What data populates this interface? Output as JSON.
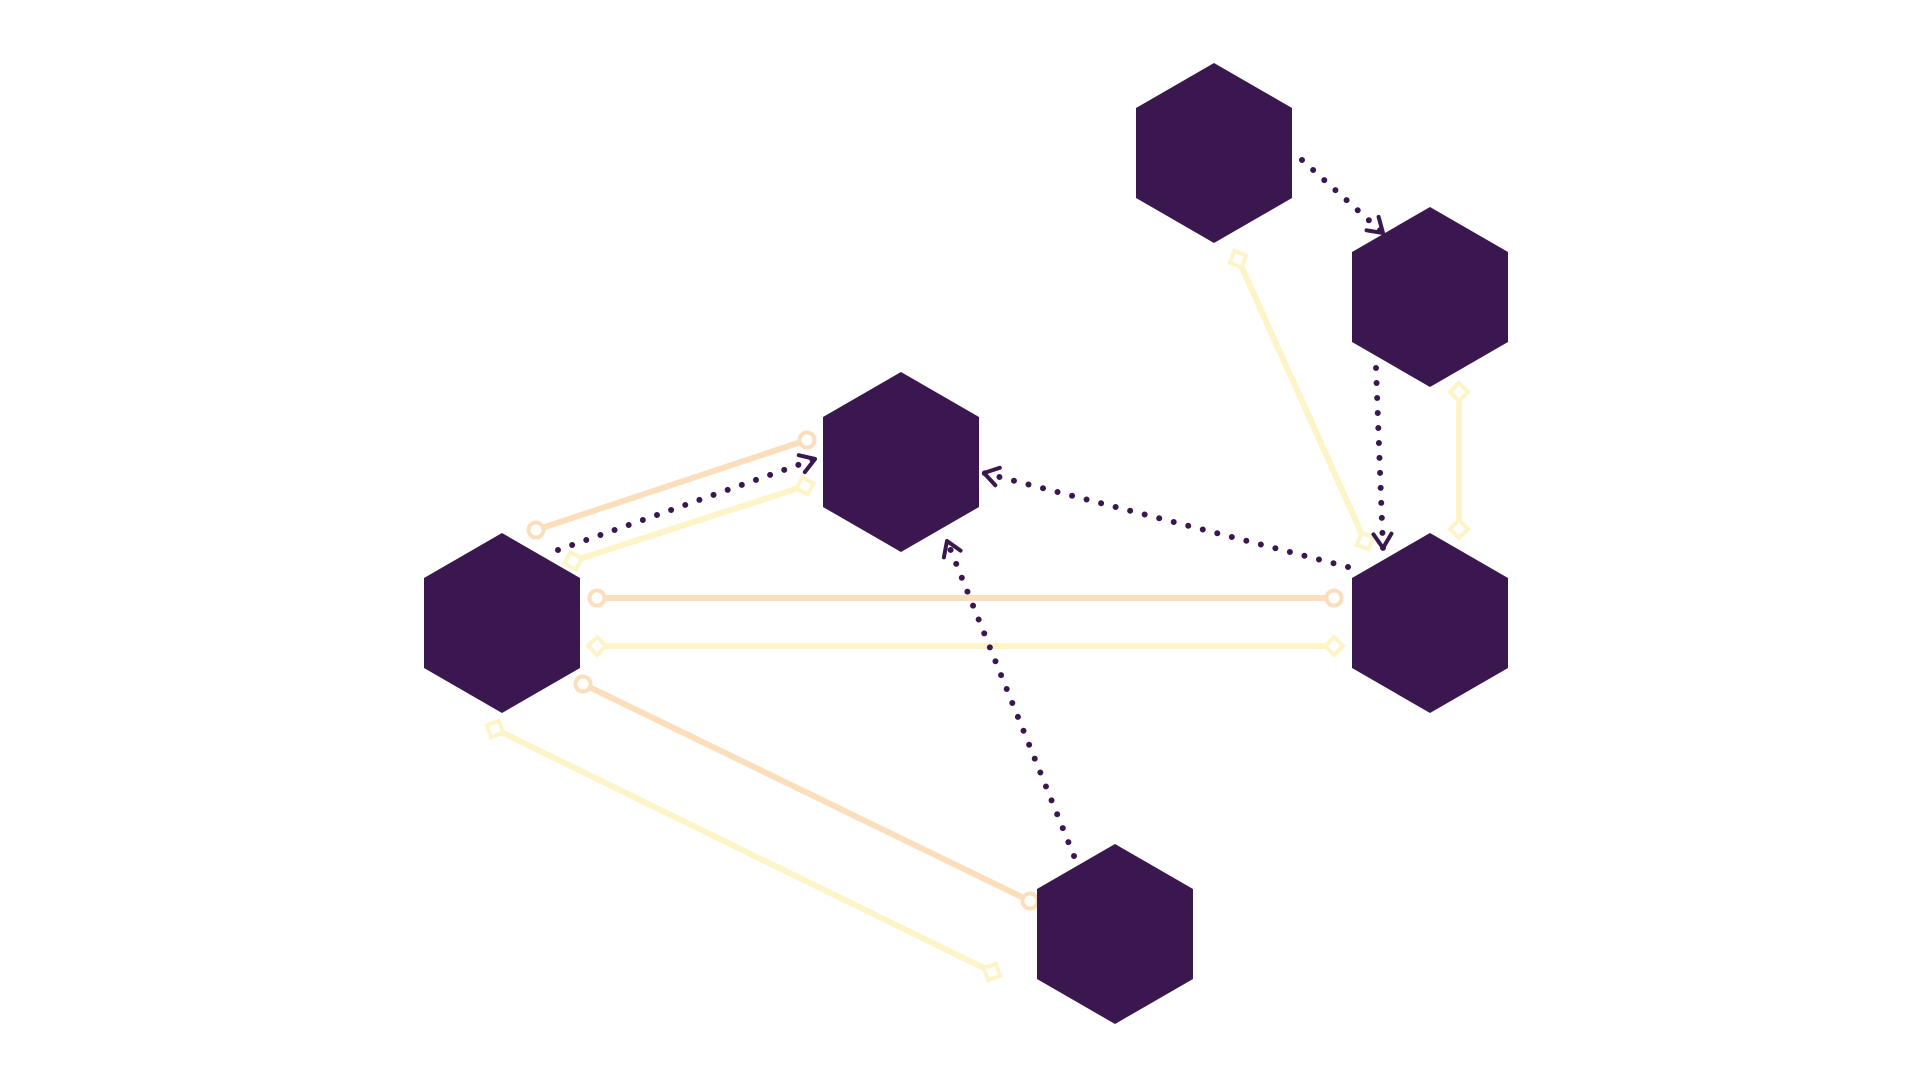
{
  "diagram": {
    "kind": "undirected-and-directed-graph",
    "colors": {
      "background": "#ffffff",
      "node_fill": "#3a184f",
      "edge_peach": "#fbdfbd",
      "edge_cream": "#fdf4c8",
      "arrow": "#3a184f"
    },
    "nodes": [
      {
        "id": "n1",
        "label": ""
      },
      {
        "id": "n2",
        "label": ""
      },
      {
        "id": "n3",
        "label": ""
      },
      {
        "id": "n4",
        "label": ""
      },
      {
        "id": "n5",
        "label": ""
      },
      {
        "id": "n6",
        "label": ""
      }
    ],
    "edges": [
      {
        "id": "e1",
        "from": "n4",
        "to": "n3",
        "style": "solid",
        "color": "edge_peach",
        "end_marker": "circle"
      },
      {
        "id": "e2",
        "from": "n4",
        "to": "n3",
        "style": "solid",
        "color": "edge_cream",
        "end_marker": "diamond"
      },
      {
        "id": "e3",
        "from": "n4",
        "to": "n5",
        "style": "solid",
        "color": "edge_peach",
        "end_marker": "circle"
      },
      {
        "id": "e4",
        "from": "n4",
        "to": "n5",
        "style": "solid",
        "color": "edge_cream",
        "end_marker": "diamond"
      },
      {
        "id": "e5",
        "from": "n4",
        "to": "n6",
        "style": "solid",
        "color": "edge_peach",
        "end_marker": "circle"
      },
      {
        "id": "e6",
        "from": "n4",
        "to": "n6",
        "style": "solid",
        "color": "edge_cream",
        "end_marker": "diamond"
      },
      {
        "id": "e7",
        "from": "n1",
        "to": "n5",
        "style": "solid",
        "color": "edge_cream",
        "end_marker": "diamond"
      },
      {
        "id": "e8",
        "from": "n2",
        "to": "n5",
        "style": "solid",
        "color": "edge_cream",
        "end_marker": "diamond"
      },
      {
        "id": "a1",
        "from": "n1",
        "to": "n2",
        "style": "dotted",
        "color": "arrow",
        "end_marker": "arrow"
      },
      {
        "id": "a2",
        "from": "n2",
        "to": "n5",
        "style": "dotted",
        "color": "arrow",
        "end_marker": "arrow"
      },
      {
        "id": "a3",
        "from": "n5",
        "to": "n3",
        "style": "dotted",
        "color": "arrow",
        "end_marker": "arrow"
      },
      {
        "id": "a4",
        "from": "n4",
        "to": "n3",
        "style": "dotted",
        "color": "arrow",
        "end_marker": "arrow"
      },
      {
        "id": "a5",
        "from": "n6",
        "to": "n3",
        "style": "dotted",
        "color": "arrow",
        "end_marker": "arrow"
      }
    ]
  }
}
